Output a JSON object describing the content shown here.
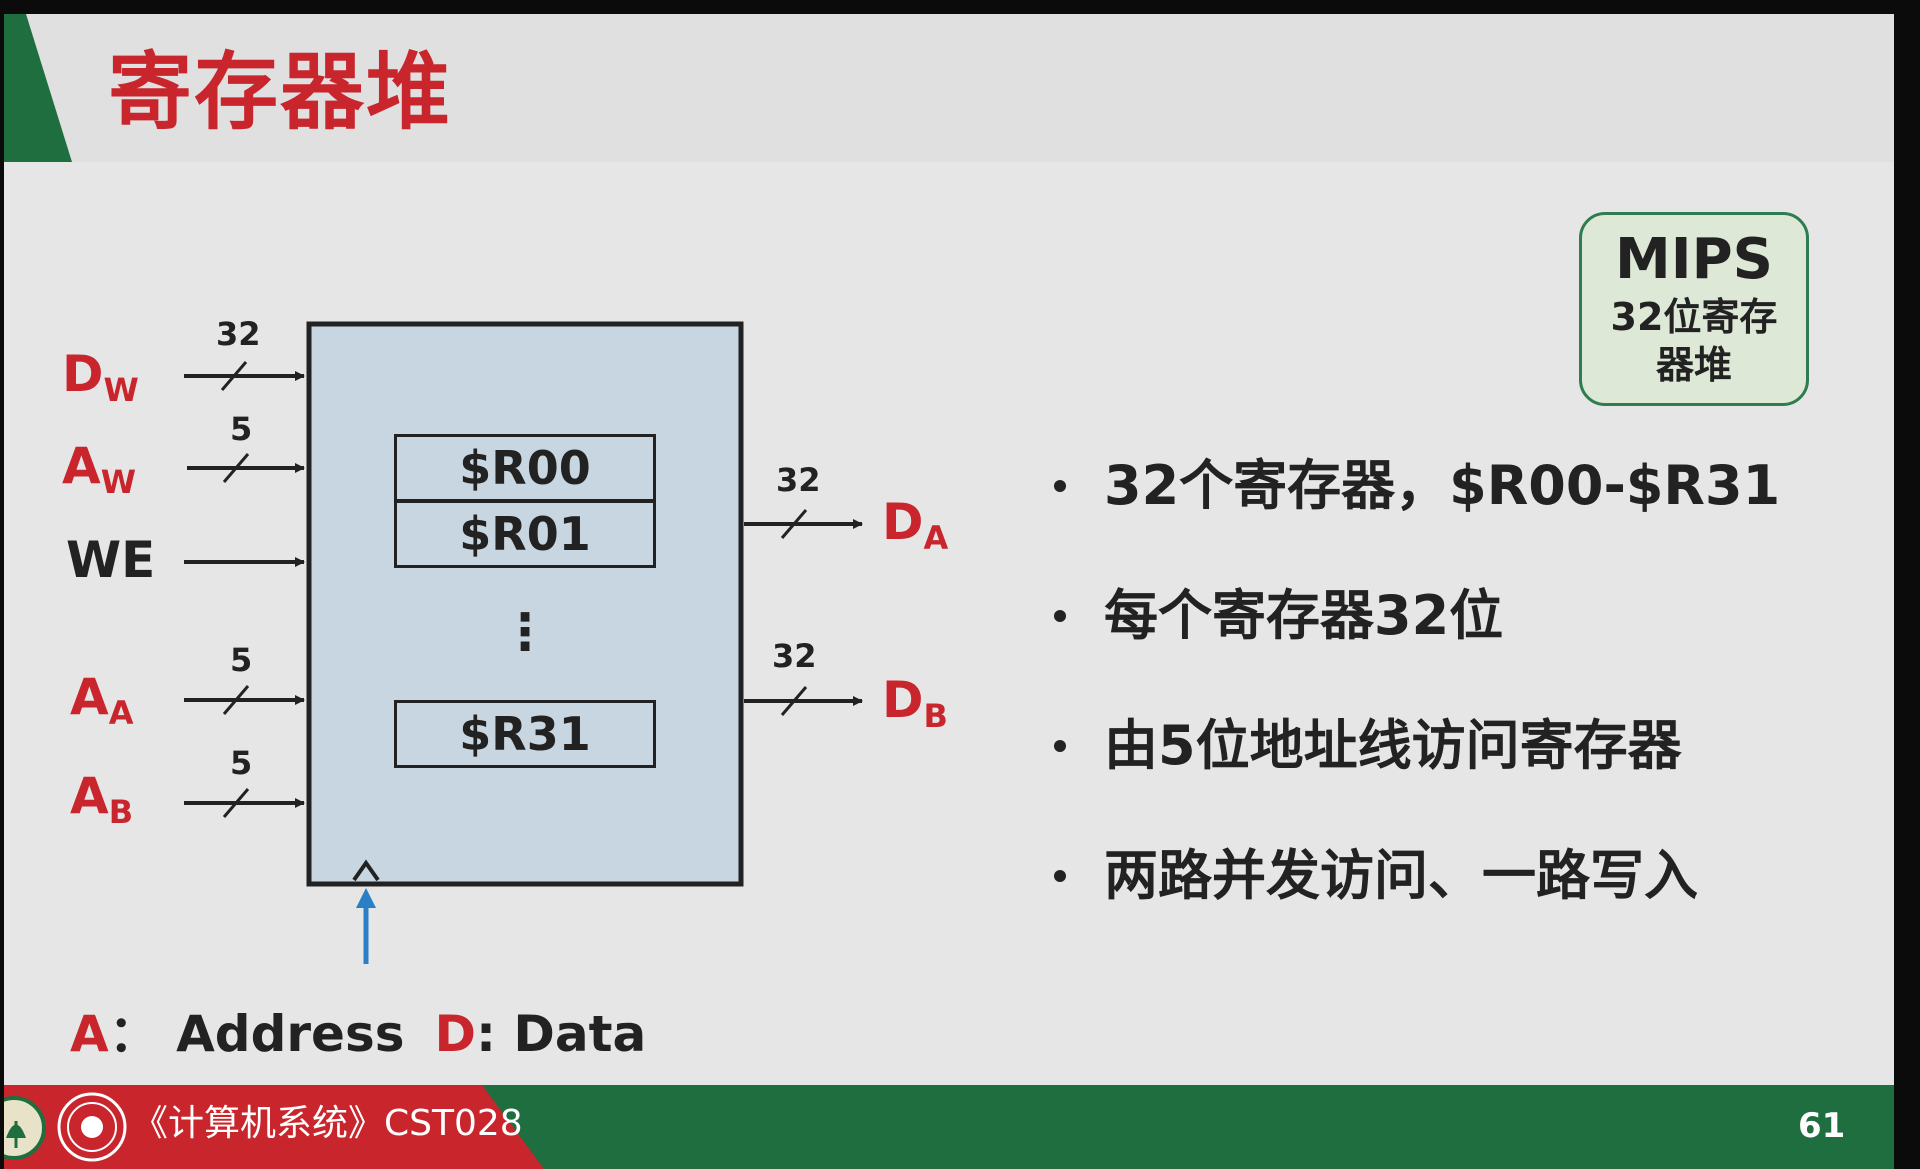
{
  "title": "寄存器堆",
  "inputs": {
    "dw": {
      "main": "D",
      "sub": "W",
      "width": "32"
    },
    "aw": {
      "main": "A",
      "sub": "W",
      "width": "5"
    },
    "we": {
      "main": "WE"
    },
    "aa": {
      "main": "A",
      "sub": "A",
      "width": "5"
    },
    "ab": {
      "main": "A",
      "sub": "B",
      "width": "5"
    }
  },
  "outputs": {
    "da": {
      "main": "D",
      "sub": "A",
      "width": "32"
    },
    "db": {
      "main": "D",
      "sub": "B",
      "width": "32"
    }
  },
  "registers": {
    "r00": "$R00",
    "r01": "$R01",
    "ellipsis": "⋮",
    "r31": "$R31"
  },
  "badge": {
    "title": "MIPS",
    "subtitle": "32位寄存器堆"
  },
  "bullets": [
    "32个寄存器，$R00-$R31",
    "每个寄存器32位",
    "由5位地址线访问寄存器",
    "两路并发访问、一路写入"
  ],
  "legend": {
    "a_key": "A",
    "a_text": "： Address",
    "d_key": "D",
    "d_text": ": Data"
  },
  "footer": {
    "course": "《计算机系统》CST028",
    "page": "61"
  },
  "colors": {
    "accent_red": "#c9252c",
    "brand_green": "#1f6e3f",
    "box_fill": "#c7d6e0",
    "clock_arrow": "#2a7fc6"
  }
}
